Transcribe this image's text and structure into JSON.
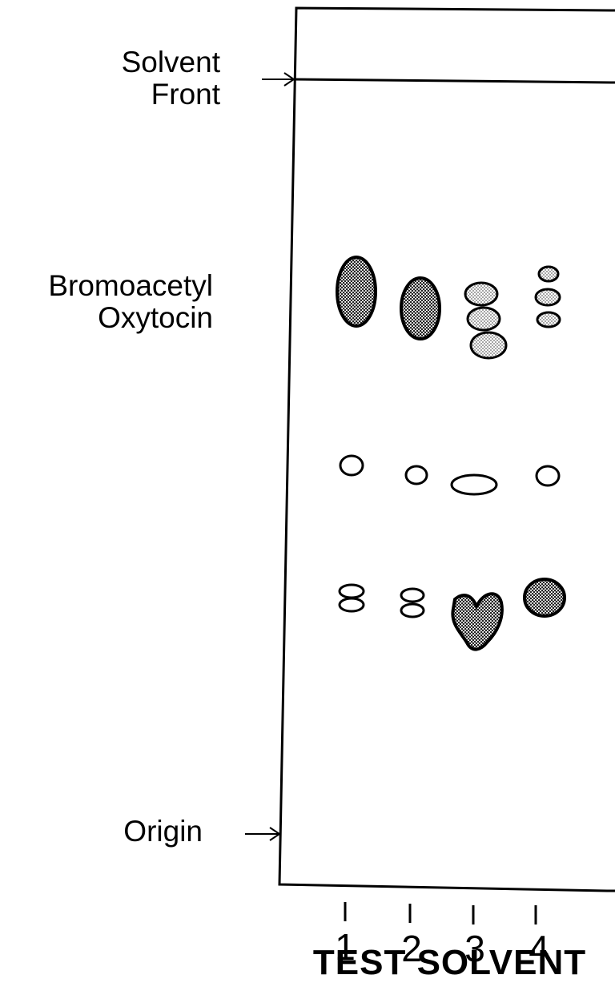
{
  "labels": {
    "solvent_front_line1": "Solvent",
    "solvent_front_line2": "Front",
    "compound_line1": "Bromoacetyl",
    "compound_line2": "Oxytocin",
    "origin": "Origin"
  },
  "lanes": [
    "1",
    "2",
    "3",
    "4"
  ],
  "axis_title": "TEST SOLVENT",
  "colors": {
    "ink": "#000000",
    "dark_spot": "#333333",
    "light_spot": "#bbbbbb",
    "background": "#ffffff"
  }
}
